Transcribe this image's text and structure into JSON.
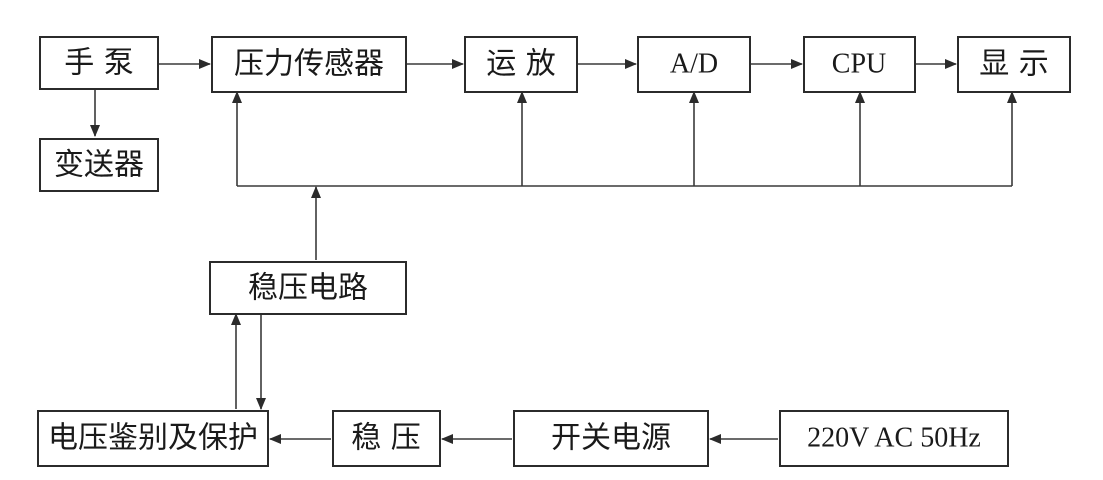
{
  "blocks": {
    "hand_pump": "手 泵",
    "transmitter": "变送器",
    "pressure_sensor": "压力传感器",
    "op_amp": "运 放",
    "adc": "A/D",
    "cpu": "CPU",
    "display": "显 示",
    "voltage_regulator_circuit": "稳压电路",
    "voltage_monitor_protection": "电压鉴别及保护",
    "stabilizer": "稳 压",
    "switching_power_supply": "开关电源",
    "mains_input": "220V AC 50Hz"
  },
  "colors": {
    "line": "#2b2b2b",
    "box_fill": "#ffffff",
    "text": "#1a1a1a"
  }
}
